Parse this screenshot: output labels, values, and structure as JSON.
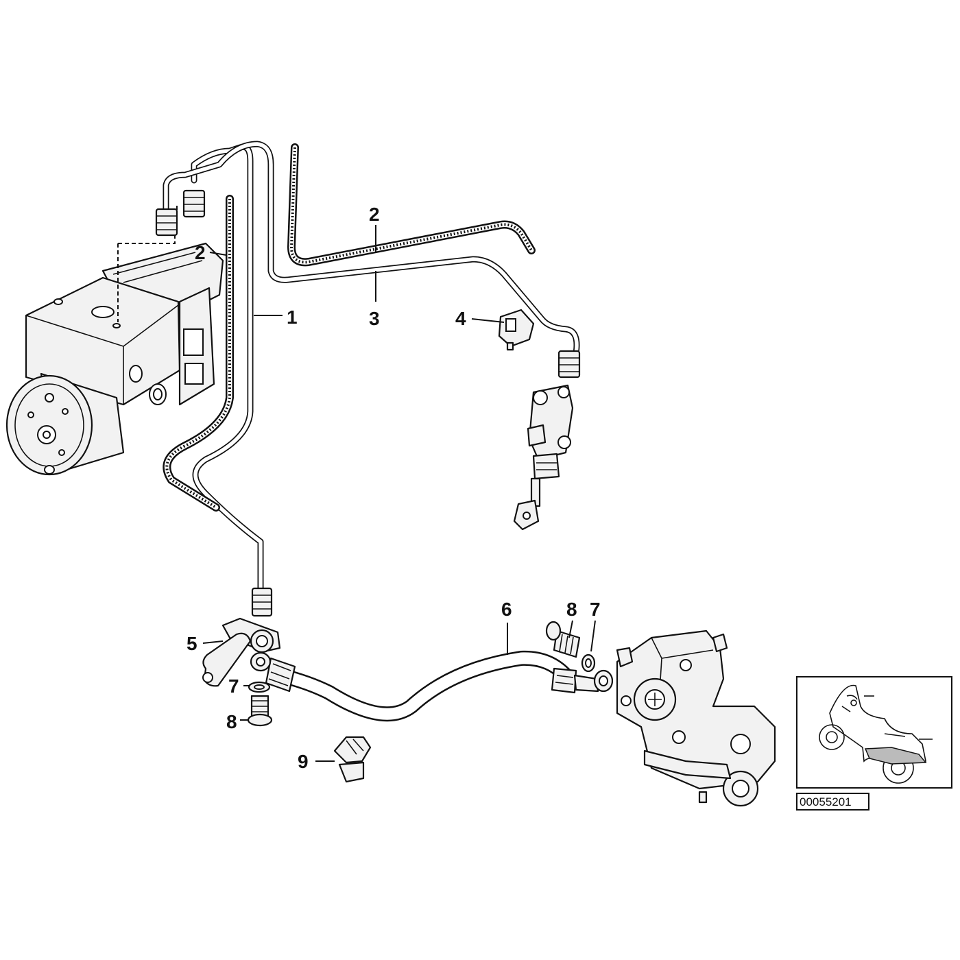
{
  "diagram_id": "00055201",
  "callouts": [
    {
      "id": "c1",
      "text": "1"
    },
    {
      "id": "c2a",
      "text": "2"
    },
    {
      "id": "c2b",
      "text": "2"
    },
    {
      "id": "c3",
      "text": "3"
    },
    {
      "id": "c4",
      "text": "4"
    },
    {
      "id": "c5",
      "text": "5"
    },
    {
      "id": "c6",
      "text": "6"
    },
    {
      "id": "c7a",
      "text": "7"
    },
    {
      "id": "c7b",
      "text": "7"
    },
    {
      "id": "c8a",
      "text": "8"
    },
    {
      "id": "c8b",
      "text": "8"
    },
    {
      "id": "c9",
      "text": "9"
    }
  ]
}
